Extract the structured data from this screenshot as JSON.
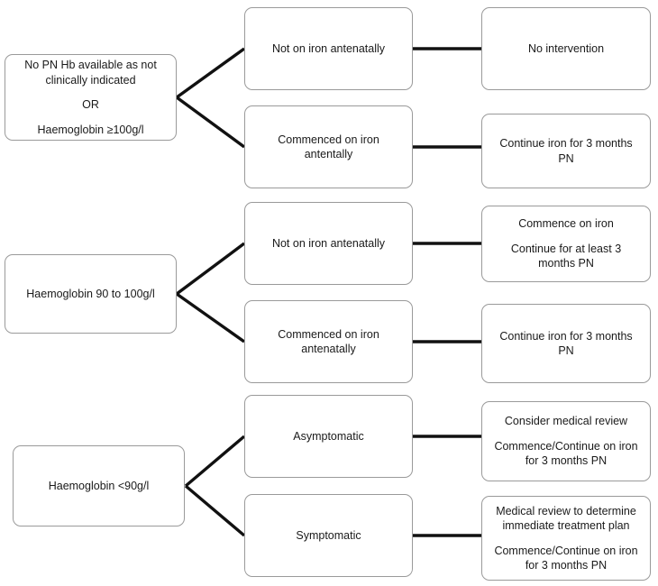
{
  "diagram": {
    "title": "Postnatal haemoglobin / iron management flowchart",
    "type": "decision-flowchart",
    "colors": {
      "box_border": "#9a9a9a",
      "connector": "#111111",
      "background": "#ffffff",
      "text": "#1a1a1a"
    },
    "groups": [
      {
        "id": "group-1",
        "condition": {
          "paragraphs": [
            [
              "No PN Hb available as not",
              "clinically indicated"
            ],
            [
              "OR"
            ],
            [
              "Haemoglobin ≥100g/l"
            ]
          ]
        },
        "branches": [
          {
            "id": "branch-1a",
            "criterion": {
              "paragraphs": [
                [
                  "Not on iron antenatally"
                ]
              ]
            },
            "action": {
              "paragraphs": [
                [
                  "No intervention"
                ]
              ]
            }
          },
          {
            "id": "branch-1b",
            "criterion": {
              "paragraphs": [
                [
                  "Commenced on iron",
                  "antentally"
                ]
              ]
            },
            "action": {
              "paragraphs": [
                [
                  "Continue iron for 3 months",
                  "PN"
                ]
              ]
            }
          }
        ]
      },
      {
        "id": "group-2",
        "condition": {
          "paragraphs": [
            [
              "Haemoglobin 90 to 100g/l"
            ]
          ]
        },
        "branches": [
          {
            "id": "branch-2a",
            "criterion": {
              "paragraphs": [
                [
                  "Not on iron antenatally"
                ]
              ]
            },
            "action": {
              "paragraphs": [
                [
                  "Commence on iron"
                ],
                [
                  "Continue for at least 3",
                  "months PN"
                ]
              ]
            }
          },
          {
            "id": "branch-2b",
            "criterion": {
              "paragraphs": [
                [
                  "Commenced on iron",
                  "antenatally"
                ]
              ]
            },
            "action": {
              "paragraphs": [
                [
                  "Continue iron for 3 months",
                  "PN"
                ]
              ]
            }
          }
        ]
      },
      {
        "id": "group-3",
        "condition": {
          "paragraphs": [
            [
              "Haemoglobin <90g/l"
            ]
          ]
        },
        "branches": [
          {
            "id": "branch-3a",
            "criterion": {
              "paragraphs": [
                [
                  "Asymptomatic"
                ]
              ]
            },
            "action": {
              "paragraphs": [
                [
                  "Consider medical review"
                ],
                [
                  "Commence/Continue on iron",
                  "for 3 months PN"
                ]
              ]
            }
          },
          {
            "id": "branch-3b",
            "criterion": {
              "paragraphs": [
                [
                  "Symptomatic"
                ]
              ]
            },
            "action": {
              "paragraphs": [
                [
                  "Medical review to determine",
                  "immediate treatment plan"
                ],
                [
                  "Commence/Continue on iron",
                  "for 3 months PN"
                ]
              ]
            }
          }
        ]
      }
    ]
  }
}
